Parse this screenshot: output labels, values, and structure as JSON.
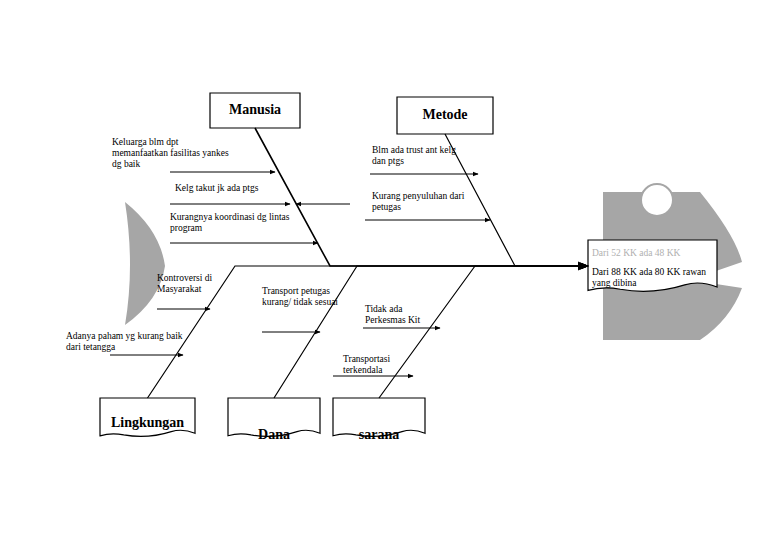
{
  "diagram": {
    "nodes": [
      {
        "text": [
          "Manusia"
        ]
      },
      {
        "text": [
          "Metode"
        ]
      },
      {
        "text": [
          "Lingkungan"
        ]
      },
      {
        "text": [
          "Dana"
        ]
      },
      {
        "text": [
          "sarana"
        ]
      },
      {
        "text": [
          "Dari 52 KK ada 48 KK",
          "Dari 88 KK ada 80 KK rawan yang dibina"
        ]
      }
    ],
    "edges": [
      {
        "from": 0,
        "to": 5,
        "arrow": "to"
      },
      {
        "from": 1,
        "to": 5,
        "arrow": "to"
      },
      {
        "from": 2,
        "to": 5,
        "arrow": "to"
      },
      {
        "from": 3,
        "to": 5,
        "arrow": "to"
      },
      {
        "from": 4,
        "to": 5,
        "arrow": "to"
      }
    ],
    "labels": [
      "Keluarga blm dpt memanfaatkan fasilitas yankes dg baik",
      "Kelg takut jk ada ptgs",
      "Kurangnya koordinasi dg lintas program",
      "Blm ada trust ant kelg dan ptgs",
      "Kurang penyuluhan dari petugas",
      "Kontroversi di Masyarakat",
      "Adanya paham yg kurang baik dari tetangga",
      "Transport petugas kurang/ tidak sesuai",
      "Tidak ada Perkesmas Kit",
      "Transportasi terkendala"
    ]
  }
}
